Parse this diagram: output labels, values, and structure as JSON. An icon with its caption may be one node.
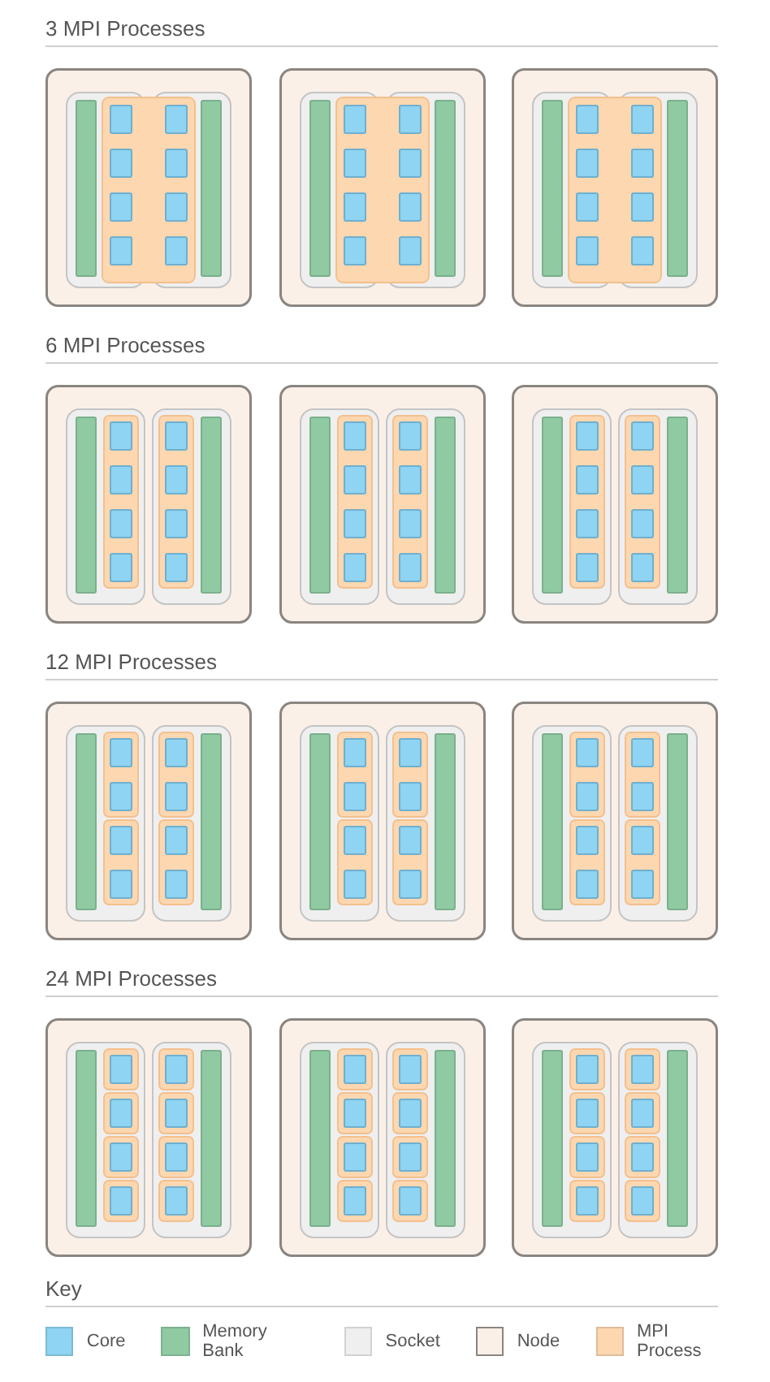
{
  "diagram": {
    "labels": [
      "3 MPI Processes",
      "6 MPI Processes",
      "12 MPI Processes",
      "24 MPI Processes",
      "Key"
    ],
    "legend": [
      {
        "text": "Core",
        "color": "#8fd4f2"
      },
      {
        "text": "Memory Bank",
        "color": "#8fcaa3"
      },
      {
        "text": "Socket",
        "color": "#efefef"
      },
      {
        "text": "Node",
        "color": "#fbf0e8"
      },
      {
        "text": "MPI Process",
        "color": "#fdd7b0"
      }
    ]
  }
}
